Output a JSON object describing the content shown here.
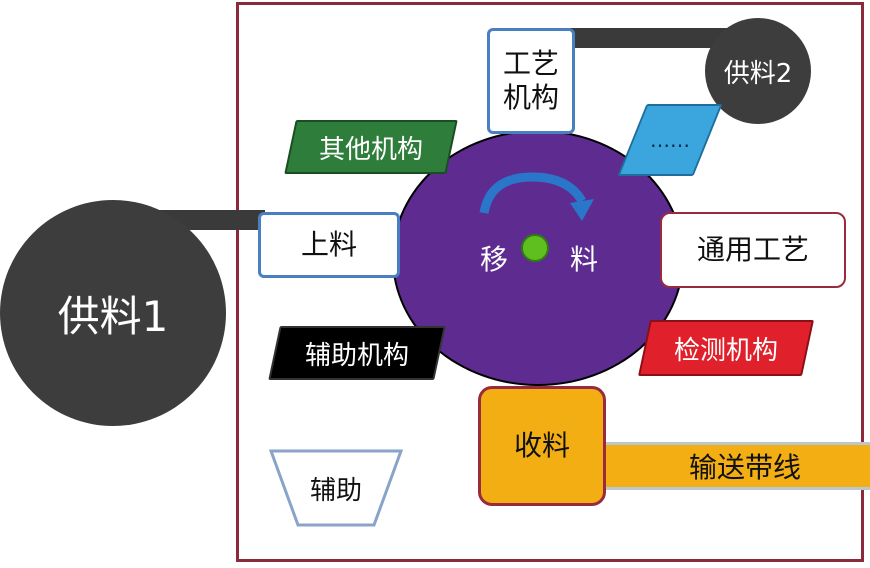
{
  "nodes": {
    "supply1": "供料1",
    "supply2": "供料2",
    "process_mech": "工艺机构",
    "other_mech": "其他机构",
    "ellipsis": "……",
    "load": "上料",
    "transfer_left": "移",
    "transfer_right": "料",
    "general_process": "通用工艺",
    "aux_mech": "辅助机构",
    "inspection_mech": "检测机构",
    "unload": "收料",
    "conveyor": "输送带线",
    "aux": "辅助"
  },
  "colors": {
    "frame": "#8b2a3a",
    "disc": "#5e2b91",
    "dark_circle": "#3d3d3d",
    "box_border": "#4a7fc2",
    "green": "#2e7d3a",
    "red": "#e0202a",
    "black": "#000000",
    "cyan": "#3aa6dd",
    "orange": "#f2ae12",
    "dot": "#5fbf1f"
  }
}
